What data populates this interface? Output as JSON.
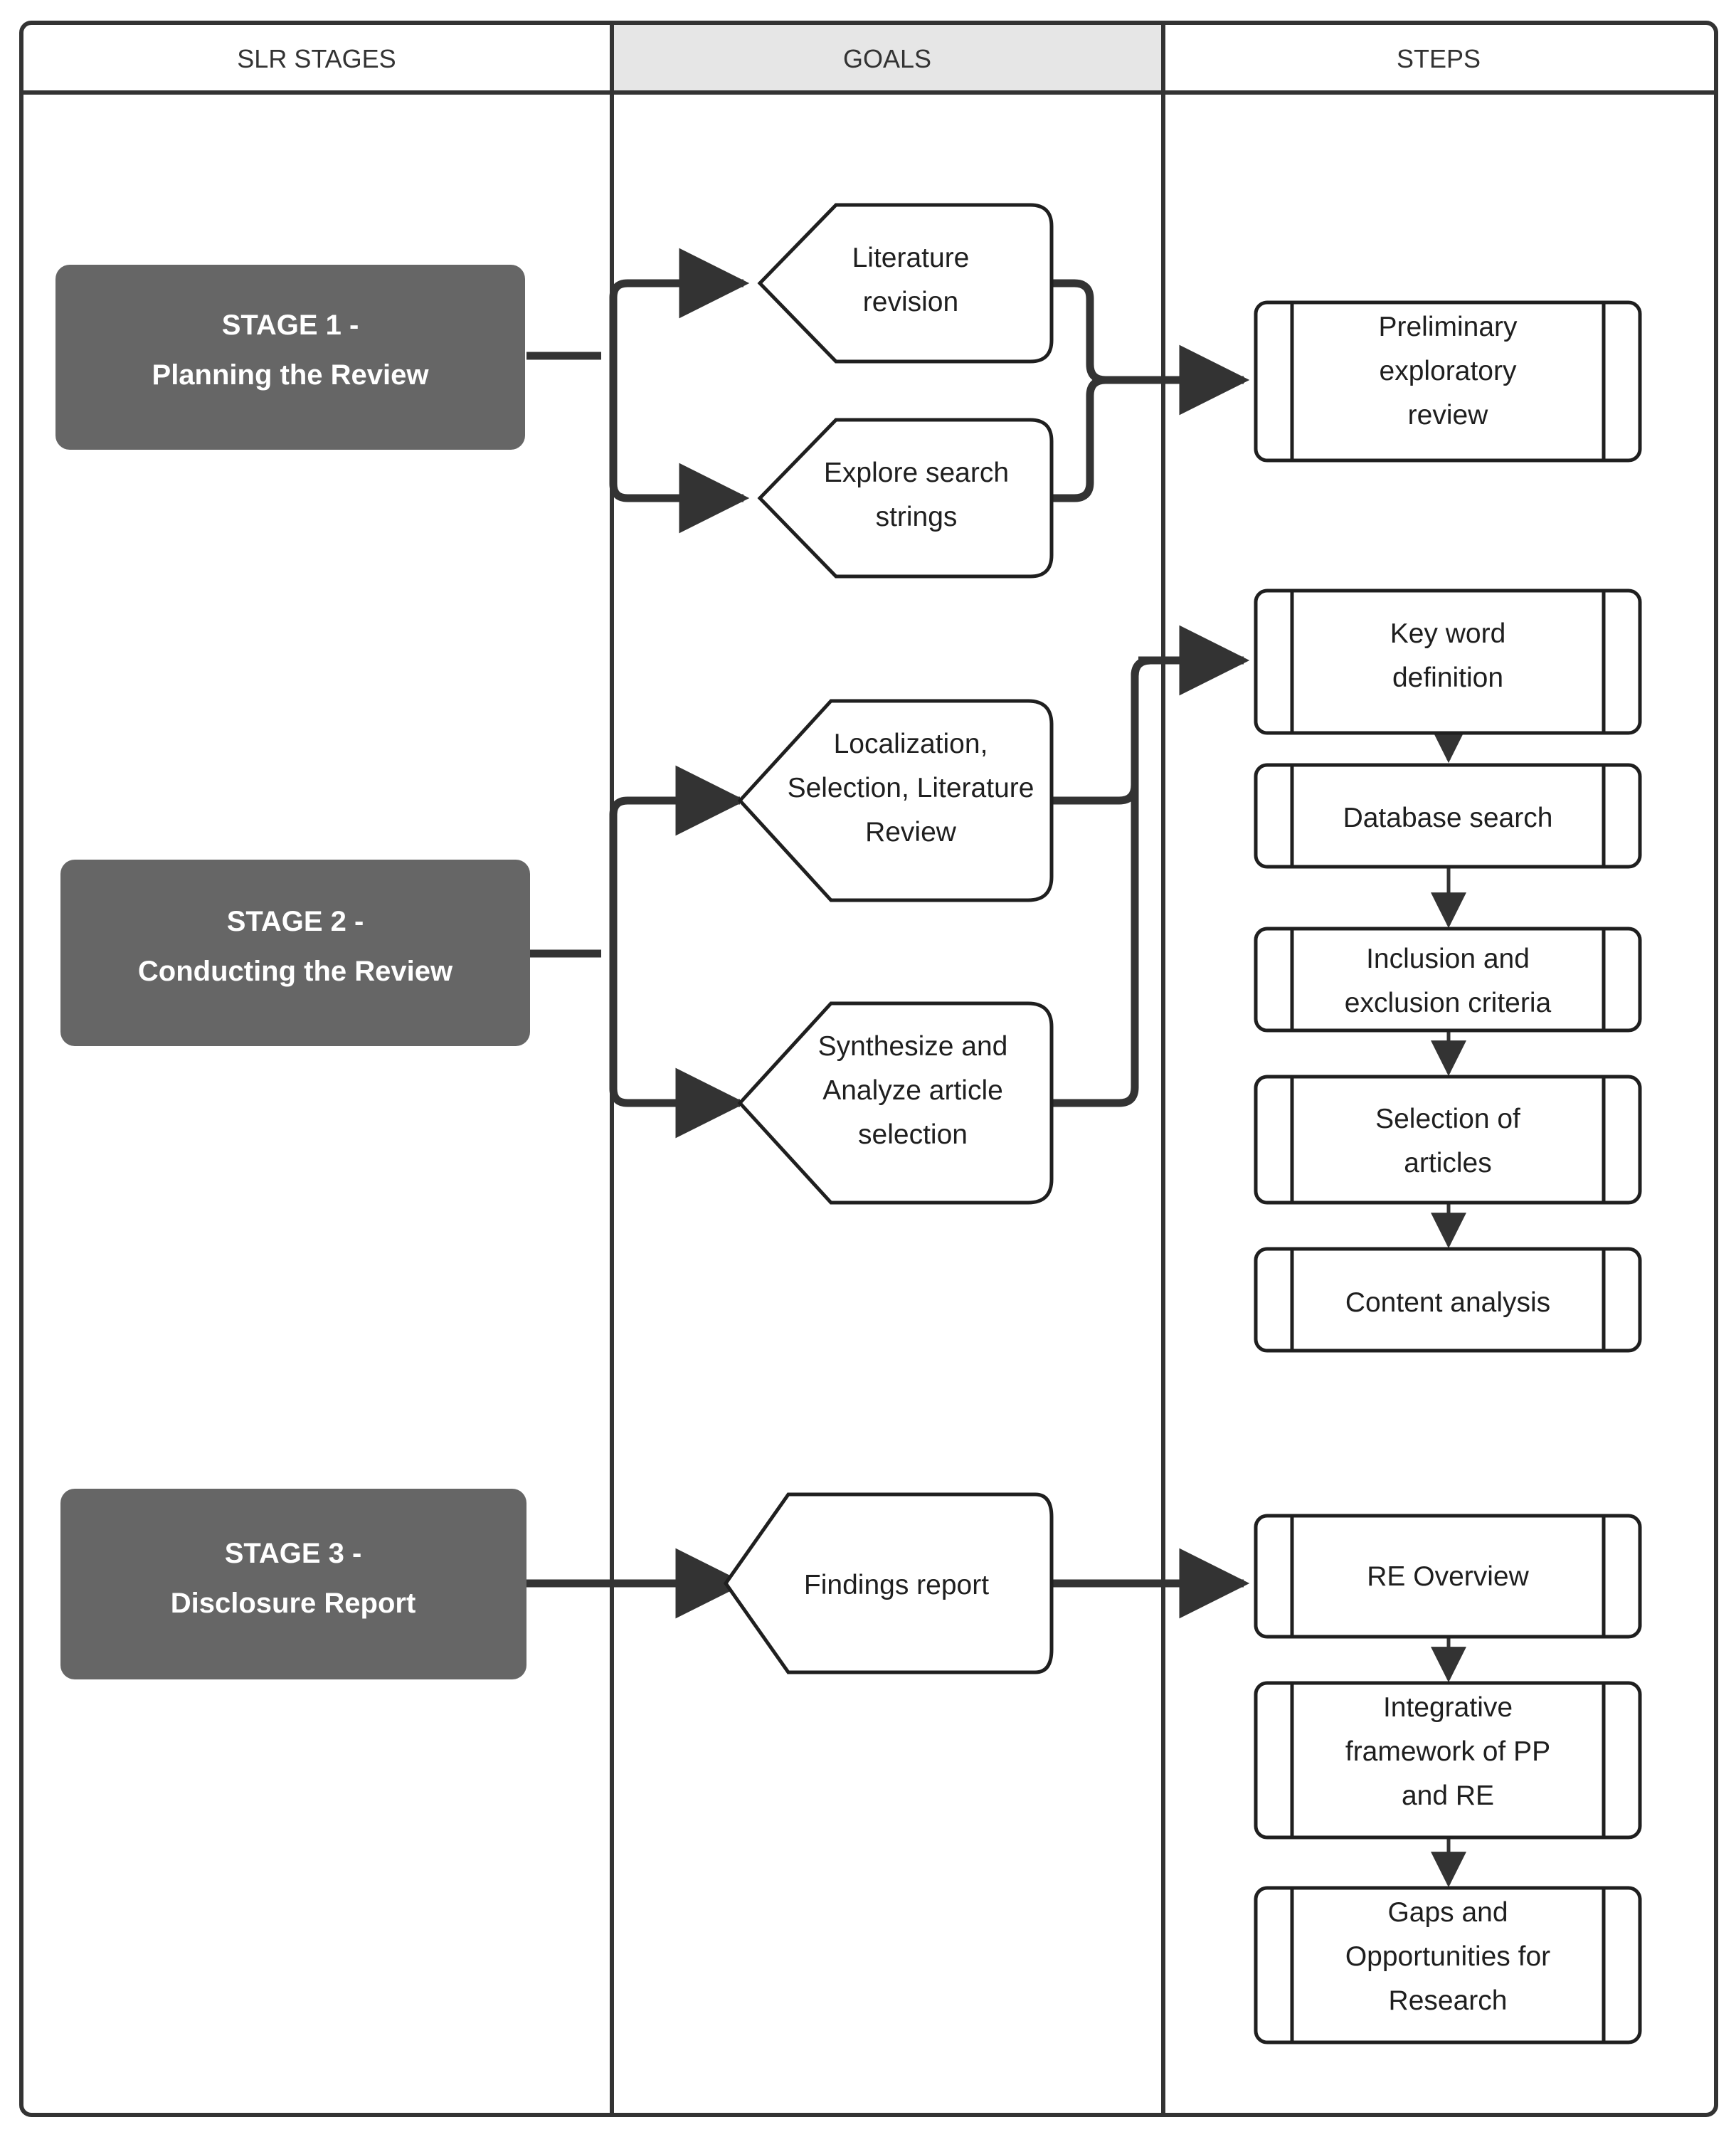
{
  "diagram": {
    "title": "SLR Stages, Goals and Steps flowchart",
    "columns": [
      {
        "id": "slr-stages",
        "label": "SLR STAGES",
        "header_fill": "#ffffff"
      },
      {
        "id": "goals",
        "label": "GOALS",
        "header_fill": "#e6e6e6"
      },
      {
        "id": "steps",
        "label": "STEPS",
        "header_fill": "#ffffff"
      }
    ],
    "colors": {
      "stage_fill": "#666666",
      "stage_text": "#ffffff",
      "node_stroke": "#1f1f1f",
      "node_fill": "#ffffff",
      "header_text": "#333333",
      "goals_header_fill": "#e6e6e6",
      "connector": "#333333"
    },
    "stages": [
      {
        "id": "stage-1",
        "line1": "STAGE 1 -",
        "line2": "Planning the Review"
      },
      {
        "id": "stage-2",
        "line1": "STAGE 2 -",
        "line2": "Conducting the Review"
      },
      {
        "id": "stage-3",
        "line1": "STAGE 3 -",
        "line2": "Disclosure Report"
      }
    ],
    "goals": [
      {
        "id": "goal-literature-revision",
        "lines": [
          "Literature",
          "revision"
        ]
      },
      {
        "id": "goal-explore-search-strings",
        "lines": [
          "Explore search",
          "strings"
        ]
      },
      {
        "id": "goal-localization-selection",
        "lines": [
          "Localization,",
          "Selection, Literature",
          "Review"
        ]
      },
      {
        "id": "goal-synthesize-analyze",
        "lines": [
          "Synthesize and",
          "Analyze article",
          "selection"
        ]
      },
      {
        "id": "goal-findings-report",
        "lines": [
          "Findings report"
        ]
      }
    ],
    "steps": [
      {
        "id": "step-preliminary-exploratory-review",
        "lines": [
          "Preliminary",
          "exploratory",
          "review"
        ]
      },
      {
        "id": "step-key-word-definition",
        "lines": [
          "Key word",
          "definition"
        ]
      },
      {
        "id": "step-database-search",
        "lines": [
          "Database search"
        ]
      },
      {
        "id": "step-inclusion-exclusion-criteria",
        "lines": [
          "Inclusion and",
          "exclusion criteria"
        ]
      },
      {
        "id": "step-selection-of-articles",
        "lines": [
          "Selection of",
          "articles"
        ]
      },
      {
        "id": "step-content-analysis",
        "lines": [
          "Content analysis"
        ]
      },
      {
        "id": "step-re-overview",
        "lines": [
          "RE Overview"
        ]
      },
      {
        "id": "step-integrative-framework",
        "lines": [
          "Integrative",
          "framework of PP",
          "and RE"
        ]
      },
      {
        "id": "step-gaps-opportunities",
        "lines": [
          "Gaps and",
          "Opportunities for",
          "Research"
        ]
      }
    ]
  }
}
